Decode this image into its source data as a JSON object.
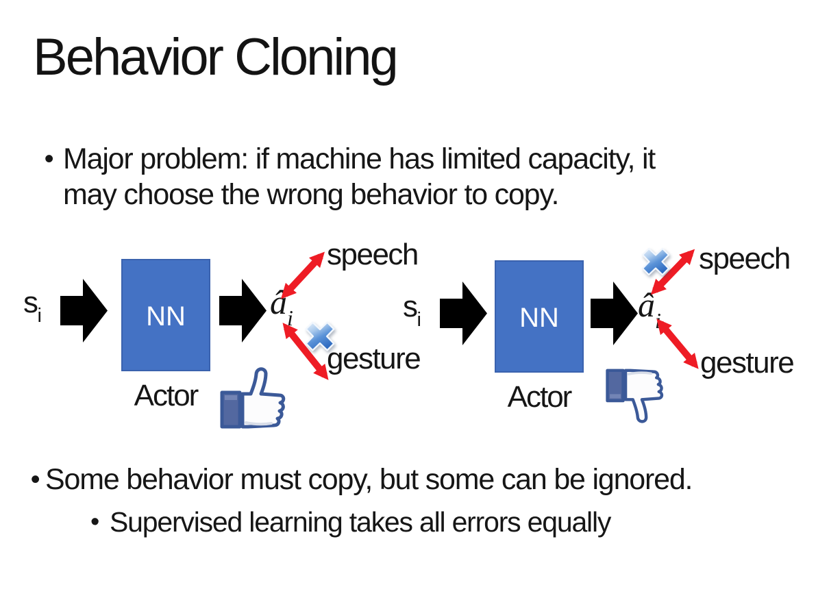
{
  "slide": {
    "title": "Behavior Cloning",
    "bullet_marker": "•",
    "bullet1_line1": "Major problem: if machine has limited capacity, it",
    "bullet1_line2": "may choose the wrong behavior to copy.",
    "bullet2": "Some behavior must copy, but some can be ignored.",
    "bullet2_sub": "Supervised learning takes all errors equally"
  },
  "diagram_left": {
    "input": "s",
    "input_sub": "i",
    "nn": "NN",
    "actor": "Actor",
    "output": "â",
    "output_sub": "i",
    "speech": "speech",
    "gesture": "gesture",
    "crossed_out": "gesture",
    "feedback_icon": "thumbs-up"
  },
  "diagram_right": {
    "input": "s",
    "input_sub": "i",
    "nn": "NN",
    "actor": "Actor",
    "output": "â",
    "output_sub": "i",
    "speech": "speech",
    "gesture": "gesture",
    "crossed_out": "speech",
    "feedback_icon": "thumbs-down"
  },
  "colors": {
    "background": "#FFFFFF",
    "text": "#161616",
    "nn_box": "#4472C4",
    "nn_box_border": "#3A62AE",
    "nn_text": "#FFFFFF",
    "flow_arrow": "#000000",
    "relation_arrow_red": "#EE1C25",
    "cross_blue_light": "#E8F1FB",
    "cross_blue_dark": "#2F6BC0",
    "thumb_outline_navy": "#3B5998",
    "thumb_cuff": "#5368A0",
    "thumb_hand": "#FCFCFD"
  }
}
